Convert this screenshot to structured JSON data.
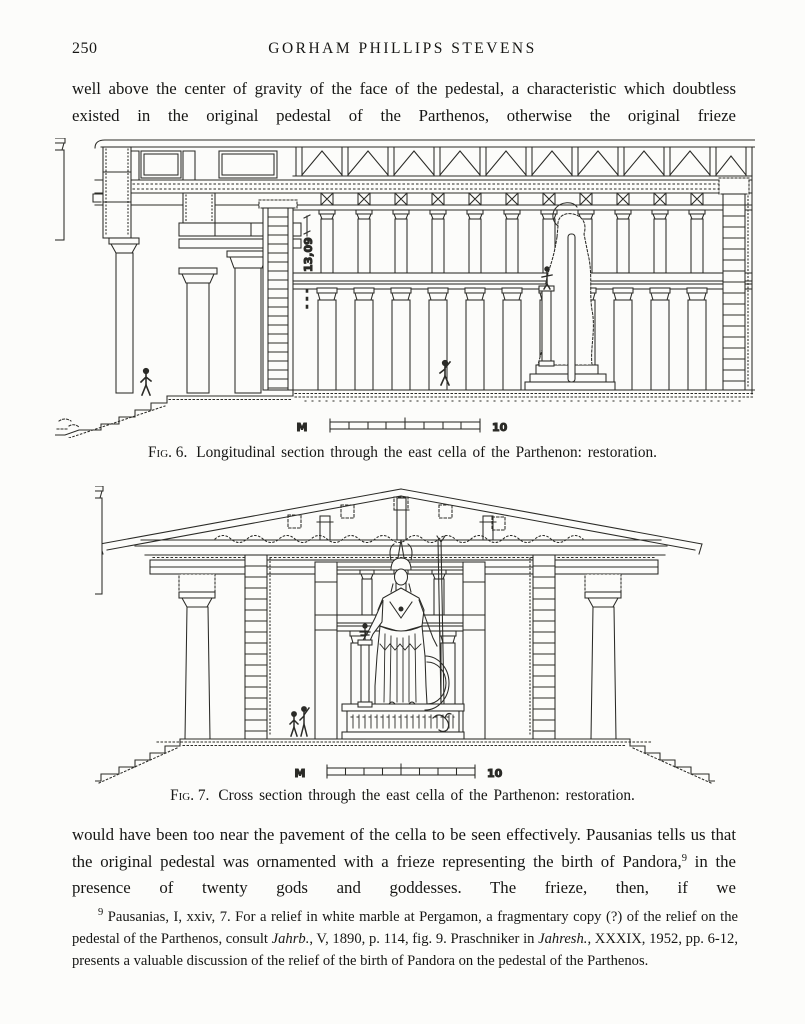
{
  "page": {
    "number": "250",
    "running_head": "GORHAM PHILLIPS STEVENS"
  },
  "intro_paragraph": {
    "text": "well above the center of gravity of the face of the pedestal, a characteristic which doubtless existed in the original pedestal of the Parthenos, otherwise the original frieze"
  },
  "figure6": {
    "caption_label": "Fig. 6.",
    "caption": "Longitudinal section through the east cella of the Parthenon: restoration.",
    "dimension_label": "13,09",
    "scale": {
      "left": "M",
      "right": "10"
    }
  },
  "figure7": {
    "caption_label": "Fig. 7.",
    "caption": "Cross section through the east cella of the Parthenon: restoration.",
    "scale": {
      "left": "M",
      "right": "10"
    }
  },
  "body_paragraph": {
    "before_sup": "would have been too near the pavement of the cella to be seen effectively.  Pausanias tells us that the original pedestal was ornamented with a frieze representing the birth of Pandora,",
    "sup": "9",
    "after_sup": " in the presence of twenty gods and goddesses.  The frieze, then, if we"
  },
  "footnote": {
    "sup": "9",
    "part1": " Pausanias, I, xxiv, 7.  For a relief in white marble at Pergamon, a fragmentary copy (?) of the relief on the pedestal of the Parthenos, consult ",
    "italic1": "Jahrb.",
    "part2": ", V, 1890, p. 114, fig. 9.  Praschniker in ",
    "italic2": "Jahresh.",
    "part3": ", XXXIX, 1952, pp. 6-12, presents a valuable discussion of the relief of the birth of Pandora on the pedestal of the Parthenos."
  }
}
